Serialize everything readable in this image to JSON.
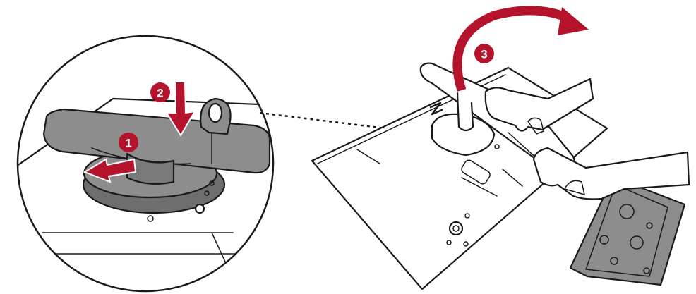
{
  "steps": [
    {
      "number": "1"
    },
    {
      "number": "2"
    },
    {
      "number": "3"
    }
  ],
  "colors": {
    "accent": "#b5132b",
    "line": "#1a1a1a",
    "stand_fill": "#8d8d8d",
    "base_fill": "#6e6e6e",
    "background": "#ffffff"
  },
  "icons": {
    "monitor_logo": "zowie-logo-icon"
  }
}
